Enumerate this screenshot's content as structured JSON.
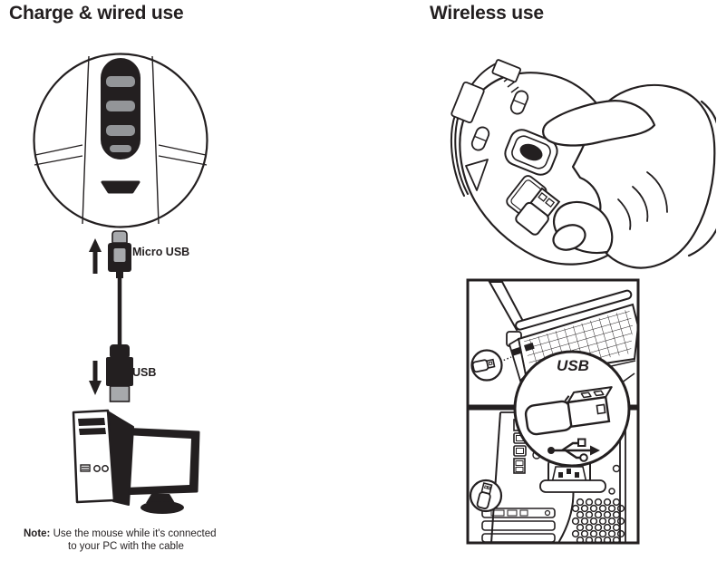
{
  "page": {
    "background": "#ffffff",
    "ink_color": "#231f20",
    "metal_gray": "#a7a9ac",
    "wheel_gray": "#939598"
  },
  "charge_section": {
    "title": "Charge & wired use",
    "labels": {
      "micro_usb": "Micro USB",
      "usb": "USB"
    },
    "note": {
      "label": "Note:",
      "line1": "Use the mouse while it's connected",
      "line2": "to your PC with the cable"
    },
    "icons": {
      "mouse_front_zoom": "mouse-front-zoom-circle",
      "arrow_up": "arrow-up",
      "micro_usb_plug": "micro-usb-connector",
      "cable": "charging-cable",
      "usb_plug": "usb-a-connector",
      "arrow_down": "arrow-down",
      "computer": "desktop-pc-with-monitor"
    }
  },
  "wireless_section": {
    "title": "Wireless use",
    "dongle_circle_label": "USB",
    "icons": {
      "hand_mouse": "hand-removing-dongle-from-mouse-bottom",
      "laptop": "laptop-with-usb-port-callout",
      "tower": "pc-tower-rear-with-usb-port-callout",
      "usb_dongle": "usb-wireless-dongle",
      "usb_symbol": "usb-trident-symbol"
    }
  }
}
